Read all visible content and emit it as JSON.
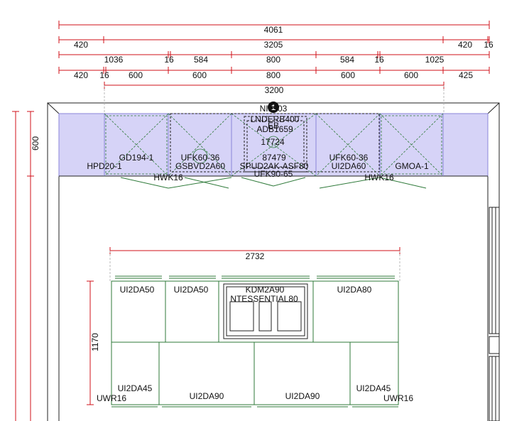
{
  "dimensions": {
    "row1": [
      "4061"
    ],
    "row2": [
      "420",
      "3205",
      "420",
      "16"
    ],
    "row3": [
      "1036",
      "16",
      "584",
      "800",
      "584",
      "16",
      "1025"
    ],
    "row4": [
      "420",
      "16",
      "600",
      "600",
      "800",
      "600",
      "600",
      "425"
    ],
    "row5": [
      "3200"
    ],
    "left_depth": "600",
    "island_width": "2732",
    "island_depth": "1170"
  },
  "wall_run": {
    "marker_number": "1",
    "labels": [
      "NI1903",
      "LNDERB400",
      "ADB1659",
      "EB",
      "17724",
      "GD194-1",
      "UFK60-36",
      "87479",
      "UFK60-36",
      "HPD20-1",
      "GSBVD2A60",
      "SPUD2AK-ASF80",
      "UI2DA60",
      "GMOA-1",
      "UFK90-65",
      "HWK16",
      "HWK16"
    ]
  },
  "island": {
    "top_row": [
      "UI2DA50",
      "UI2DA50",
      "KDM2A90",
      "NTESSENTIAL80",
      "UI2DA80"
    ],
    "bottom_row": [
      "UI2DA45",
      "UI2DA90",
      "UI2DA90",
      "UI2DA45"
    ],
    "end_panels": [
      "UWR16",
      "UWR16"
    ]
  },
  "colors": {
    "dimension_line": "#d0101a",
    "wall_cabinets_fill": "#d6d3f7",
    "wall_cabinets_stroke": "#8b86d8",
    "cabinet_outline": "#2f7a3a",
    "walls": "#222222"
  }
}
